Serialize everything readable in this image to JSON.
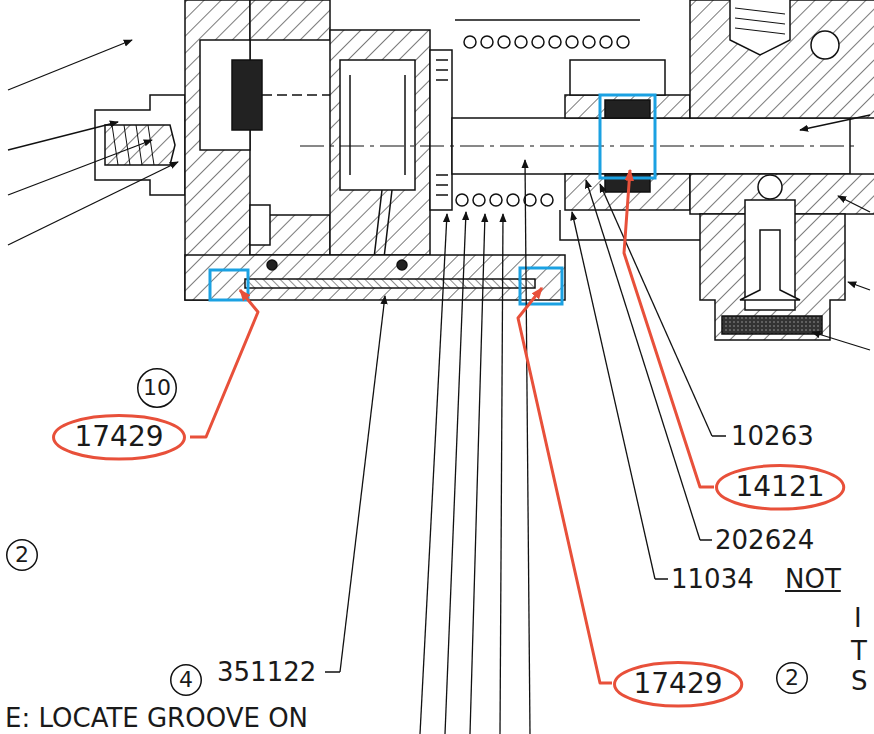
{
  "diagram": {
    "nodes": [
      {
        "text": [
          "10"
        ]
      },
      {
        "text": [
          "17429"
        ]
      },
      {
        "text": [
          "14121"
        ]
      },
      {
        "text": [
          "2"
        ]
      },
      {
        "text": [
          "4"
        ]
      },
      {
        "text": [
          "17429"
        ]
      },
      {
        "text": [
          "2"
        ]
      }
    ],
    "labels": [
      "10263",
      "202624",
      "11034",
      "NOT",
      "I",
      "T",
      "S",
      "351122",
      "E: LOCATE GROOVE ON"
    ]
  }
}
